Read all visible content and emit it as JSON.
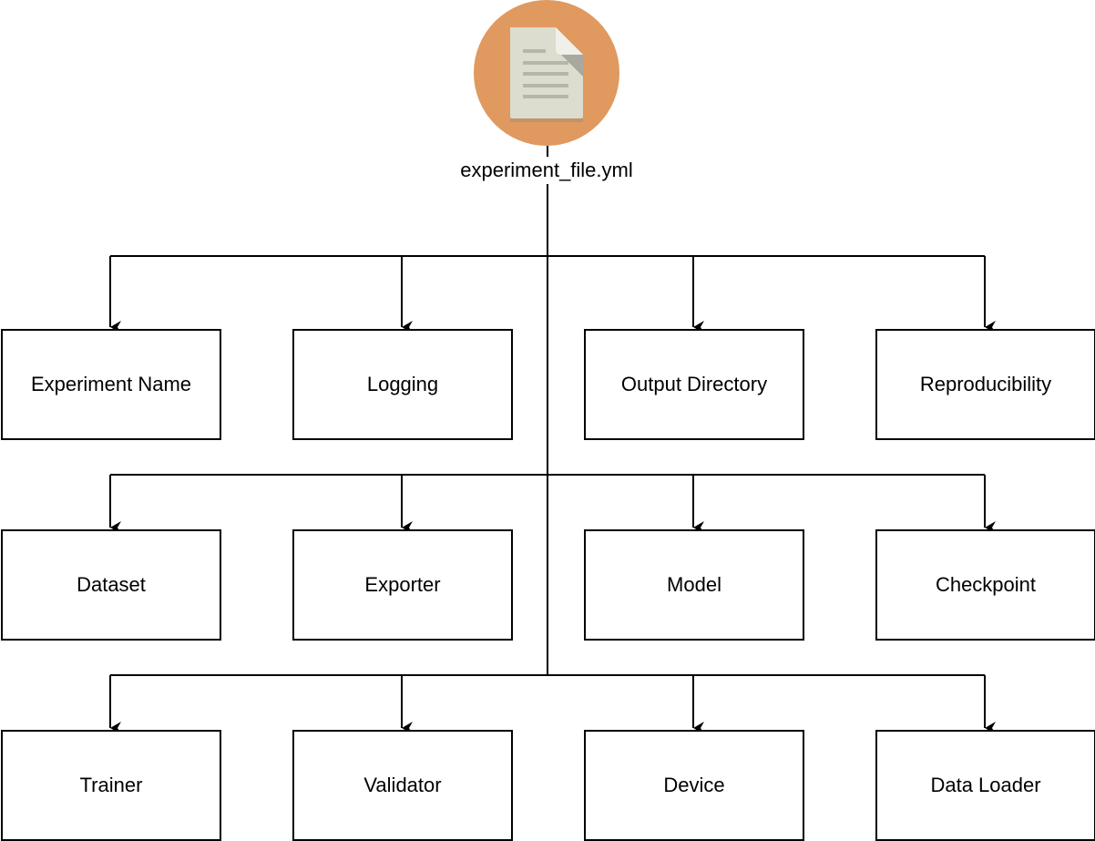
{
  "root": {
    "label": "experiment_file.yml",
    "icon": "document-icon",
    "icon_color": "#e0995e"
  },
  "rows": [
    [
      "Experiment Name",
      "Logging",
      "Output Directory",
      "Reproducibility"
    ],
    [
      "Dataset",
      "Exporter",
      "Model",
      "Checkpoint"
    ],
    [
      "Trainer",
      "Validator",
      "Device",
      "Data Loader"
    ]
  ]
}
